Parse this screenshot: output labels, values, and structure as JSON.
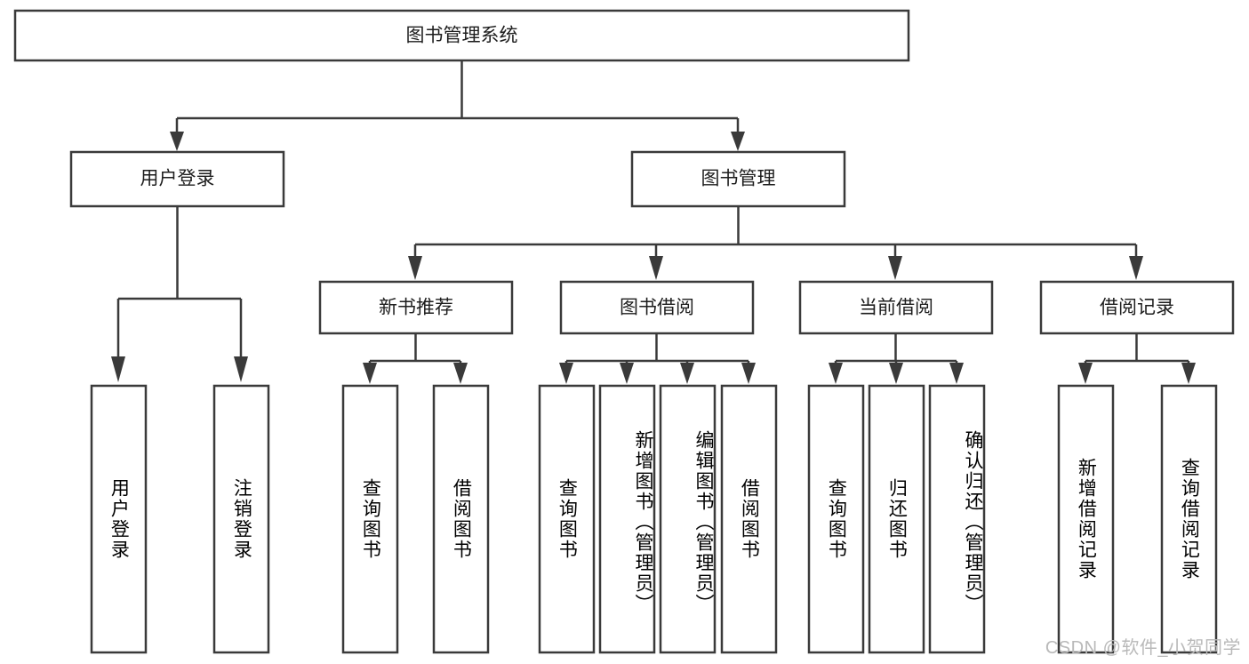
{
  "diagram": {
    "type": "tree-hierarchy-chart",
    "title_node": {
      "label": "图书管理系统"
    },
    "level2": [
      {
        "id": "user-login",
        "label": "用户登录"
      },
      {
        "id": "book-management",
        "label": "图书管理"
      }
    ],
    "level3": [
      {
        "id": "new-book-recommend",
        "label": "新书推荐",
        "parent": "book-management"
      },
      {
        "id": "book-borrow",
        "label": "图书借阅",
        "parent": "book-management"
      },
      {
        "id": "current-borrow",
        "label": "当前借阅",
        "parent": "book-management"
      },
      {
        "id": "borrow-record",
        "label": "借阅记录",
        "parent": "book-management"
      }
    ],
    "leaves": [
      {
        "id": "leaf-user-login",
        "label": "用户登录",
        "parent": "user-login"
      },
      {
        "id": "leaf-user-logout",
        "label": "注销登录",
        "parent": "user-login"
      },
      {
        "id": "leaf-query-book-1",
        "label": "查询图书",
        "parent": "new-book-recommend"
      },
      {
        "id": "leaf-borrow-book-1",
        "label": "借阅图书",
        "parent": "new-book-recommend"
      },
      {
        "id": "leaf-query-book-2",
        "label": "查询图书",
        "parent": "book-borrow"
      },
      {
        "id": "leaf-add-book",
        "label": "新增图书（管理员）",
        "parent": "book-borrow"
      },
      {
        "id": "leaf-edit-book",
        "label": "编辑图书（管理员）",
        "parent": "book-borrow"
      },
      {
        "id": "leaf-borrow-book-2",
        "label": "借阅图书",
        "parent": "book-borrow"
      },
      {
        "id": "leaf-query-book-3",
        "label": "查询图书",
        "parent": "current-borrow"
      },
      {
        "id": "leaf-return-book",
        "label": "归还图书",
        "parent": "current-borrow"
      },
      {
        "id": "leaf-confirm-return",
        "label": "确认归还（管理员）",
        "parent": "current-borrow"
      },
      {
        "id": "leaf-add-record",
        "label": "新增借阅记录",
        "parent": "borrow-record"
      },
      {
        "id": "leaf-query-record",
        "label": "查询借阅记录",
        "parent": "borrow-record"
      }
    ],
    "colors": {
      "box_stroke": "#3a3a3a",
      "box_fill": "#ffffff",
      "text": "#1d1d1d",
      "background": "#ffffff",
      "watermark": "#b9b9b9"
    }
  },
  "watermark": {
    "text": "CSDN @软件_小贺同学"
  }
}
